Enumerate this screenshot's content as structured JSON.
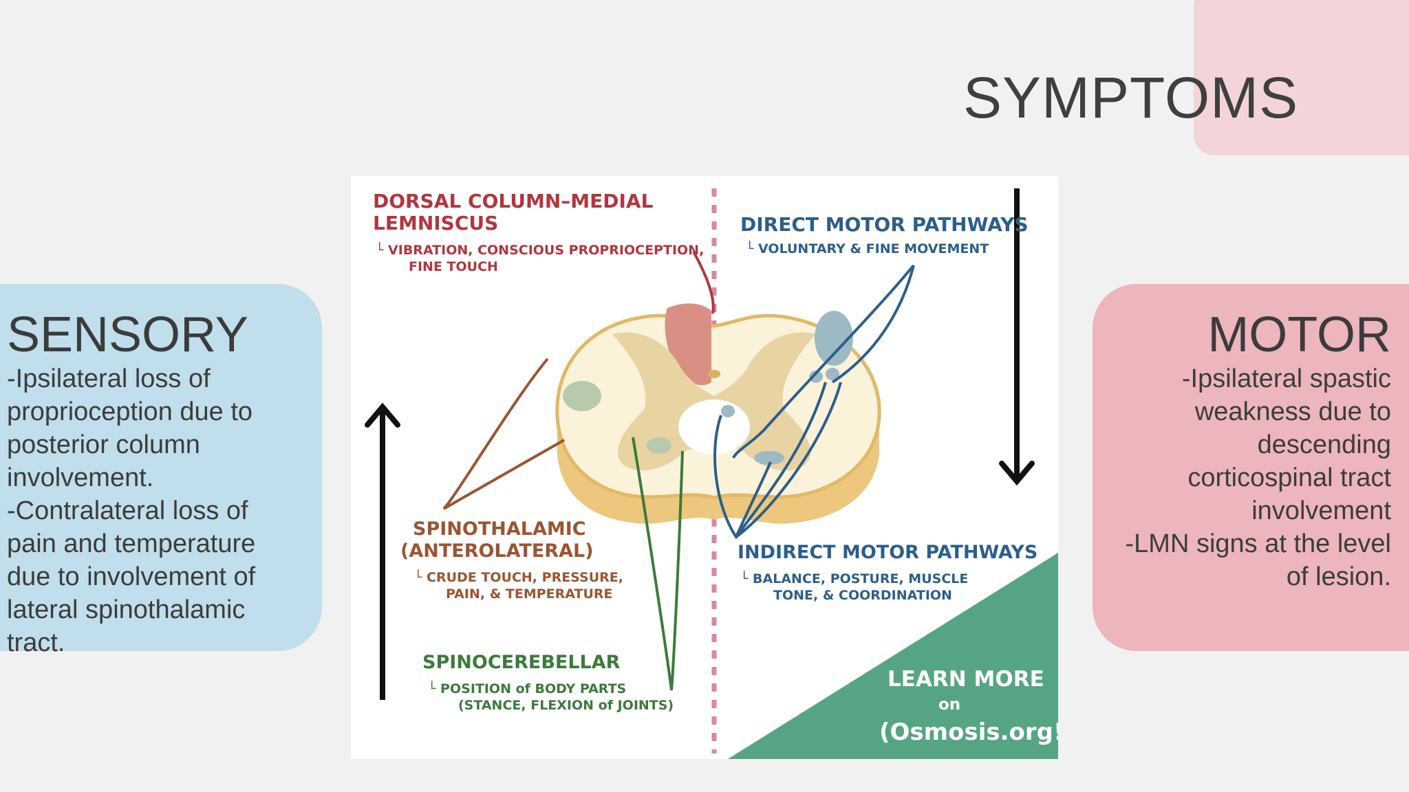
{
  "slide": {
    "title": "SYMPTOMS"
  },
  "sensory_panel": {
    "heading": "SENSORY",
    "body": "-Ipsilateral loss of\nproprioception due to\nposterior column\ninvolvement.\n-Contralateral loss of\npain and temperature\ndue to involvement of\nlateral spinothalamic\ntract."
  },
  "motor_panel": {
    "heading": "MOTOR",
    "body": "-Ipsilateral spastic\nweakness due to\ndescending\ncorticospinal tract\ninvolvement\n-LMN signs at the level\nof lesion."
  },
  "figure": {
    "dorsal_title_1": "DORSAL COLUMN–MEDIAL",
    "dorsal_title_2": "LEMNISCUS",
    "dorsal_sub_1": "└ VIBRATION, CONSCIOUS PROPRIOCEPTION,",
    "dorsal_sub_2": "FINE TOUCH",
    "direct_title": "DIRECT MOTOR PATHWAYS",
    "direct_sub": "└ VOLUNTARY & FINE MOVEMENT",
    "spinothalamic_title_1": "SPINOTHALAMIC",
    "spinothalamic_title_2": "(ANTEROLATERAL)",
    "spinothalamic_sub_1": "└ CRUDE TOUCH, PRESSURE,",
    "spinothalamic_sub_2": "PAIN, & TEMPERATURE",
    "indirect_title": "INDIRECT MOTOR PATHWAYS",
    "indirect_sub_1": "└ BALANCE, POSTURE, MUSCLE",
    "indirect_sub_2": "TONE, & COORDINATION",
    "spinocerebellar_title": "SPINOCEREBELLAR",
    "spinocerebellar_sub_1": "└ POSITION of BODY PARTS",
    "spinocerebellar_sub_2": "(STANCE, FLEXION of JOINTS)",
    "learn_more_1": "LEARN MORE",
    "learn_more_2": "on",
    "osmosis": "(Osmosis.org!"
  },
  "colors": {
    "sensory_panel": "#c0deeb",
    "motor_panel": "#edb5bc",
    "dorsal": "#b2353f",
    "direct_motor": "#2b5f8a",
    "spinothalamic": "#9a5530",
    "spinocerebellar": "#3c7a3c",
    "osmosis_green": "#55a584"
  }
}
